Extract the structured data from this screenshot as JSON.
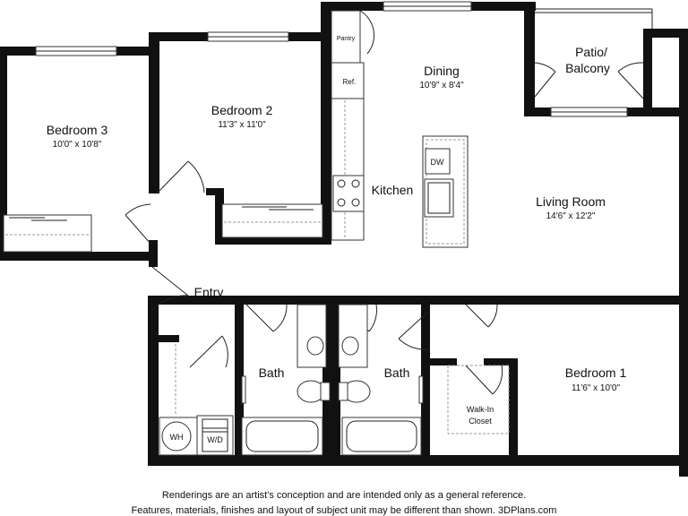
{
  "rooms": {
    "bedroom3": {
      "name": "Bedroom 3",
      "dims": "10'0\" x 10'8\""
    },
    "bedroom2": {
      "name": "Bedroom 2",
      "dims": "11'3\" x 11'0\""
    },
    "dining": {
      "name": "Dining",
      "dims": "10'9\" x 8'4\""
    },
    "patio_line1": "Patio/",
    "patio_line2": "Balcony",
    "kitchen": "Kitchen",
    "living": {
      "name": "Living Room",
      "dims": "14'6\" x 12'2\""
    },
    "entry": "Entry",
    "bath_a": "Bath",
    "bath_b": "Bath",
    "bedroom1": {
      "name": "Bedroom 1",
      "dims": "11'6\" x 10'0\""
    },
    "walkin_line1": "Walk-In",
    "walkin_line2": "Closet"
  },
  "fixtures": {
    "pantry": "Pantry",
    "ref": "Ref.",
    "dw": "DW",
    "wh": "WH",
    "wd": "W/D"
  },
  "disclaimer": {
    "line1": "Renderings are an artist's conception and are intended only as a general reference.",
    "line2": "Features, materials, finishes and layout of subject unit may be different than shown. 3DPlans.com"
  }
}
